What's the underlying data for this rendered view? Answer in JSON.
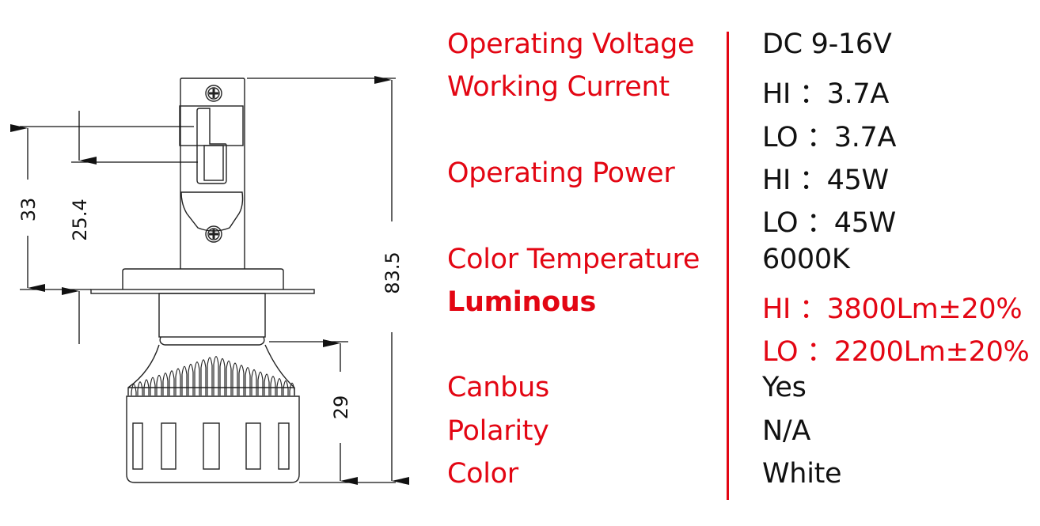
{
  "dimensions": {
    "d33": "33",
    "d25_4": "25.4",
    "d83_5": "83.5",
    "d29": "29"
  },
  "specs": [
    {
      "label": "Operating Voltage",
      "value": "DC 9-16V"
    },
    {
      "label": "Working Current",
      "value": "HI ：3.7A"
    },
    {
      "label": "",
      "value": "LO ：3.7A"
    },
    {
      "label": "Operating Power",
      "value": "HI ：45W"
    },
    {
      "label": "",
      "value": "LO ：45W"
    },
    {
      "label": "Color Temperature",
      "value": "6000K"
    },
    {
      "label": "Luminous",
      "value": "HI ：3800Lm±20%"
    },
    {
      "label": "",
      "value": "LO ：2200Lm±20%"
    },
    {
      "label": "Canbus",
      "value": "Yes"
    },
    {
      "label": "Polarity",
      "value": "N/A"
    },
    {
      "label": "Color",
      "value": "White"
    }
  ],
  "colors": {
    "accent": "#e30613",
    "text": "#111111"
  }
}
